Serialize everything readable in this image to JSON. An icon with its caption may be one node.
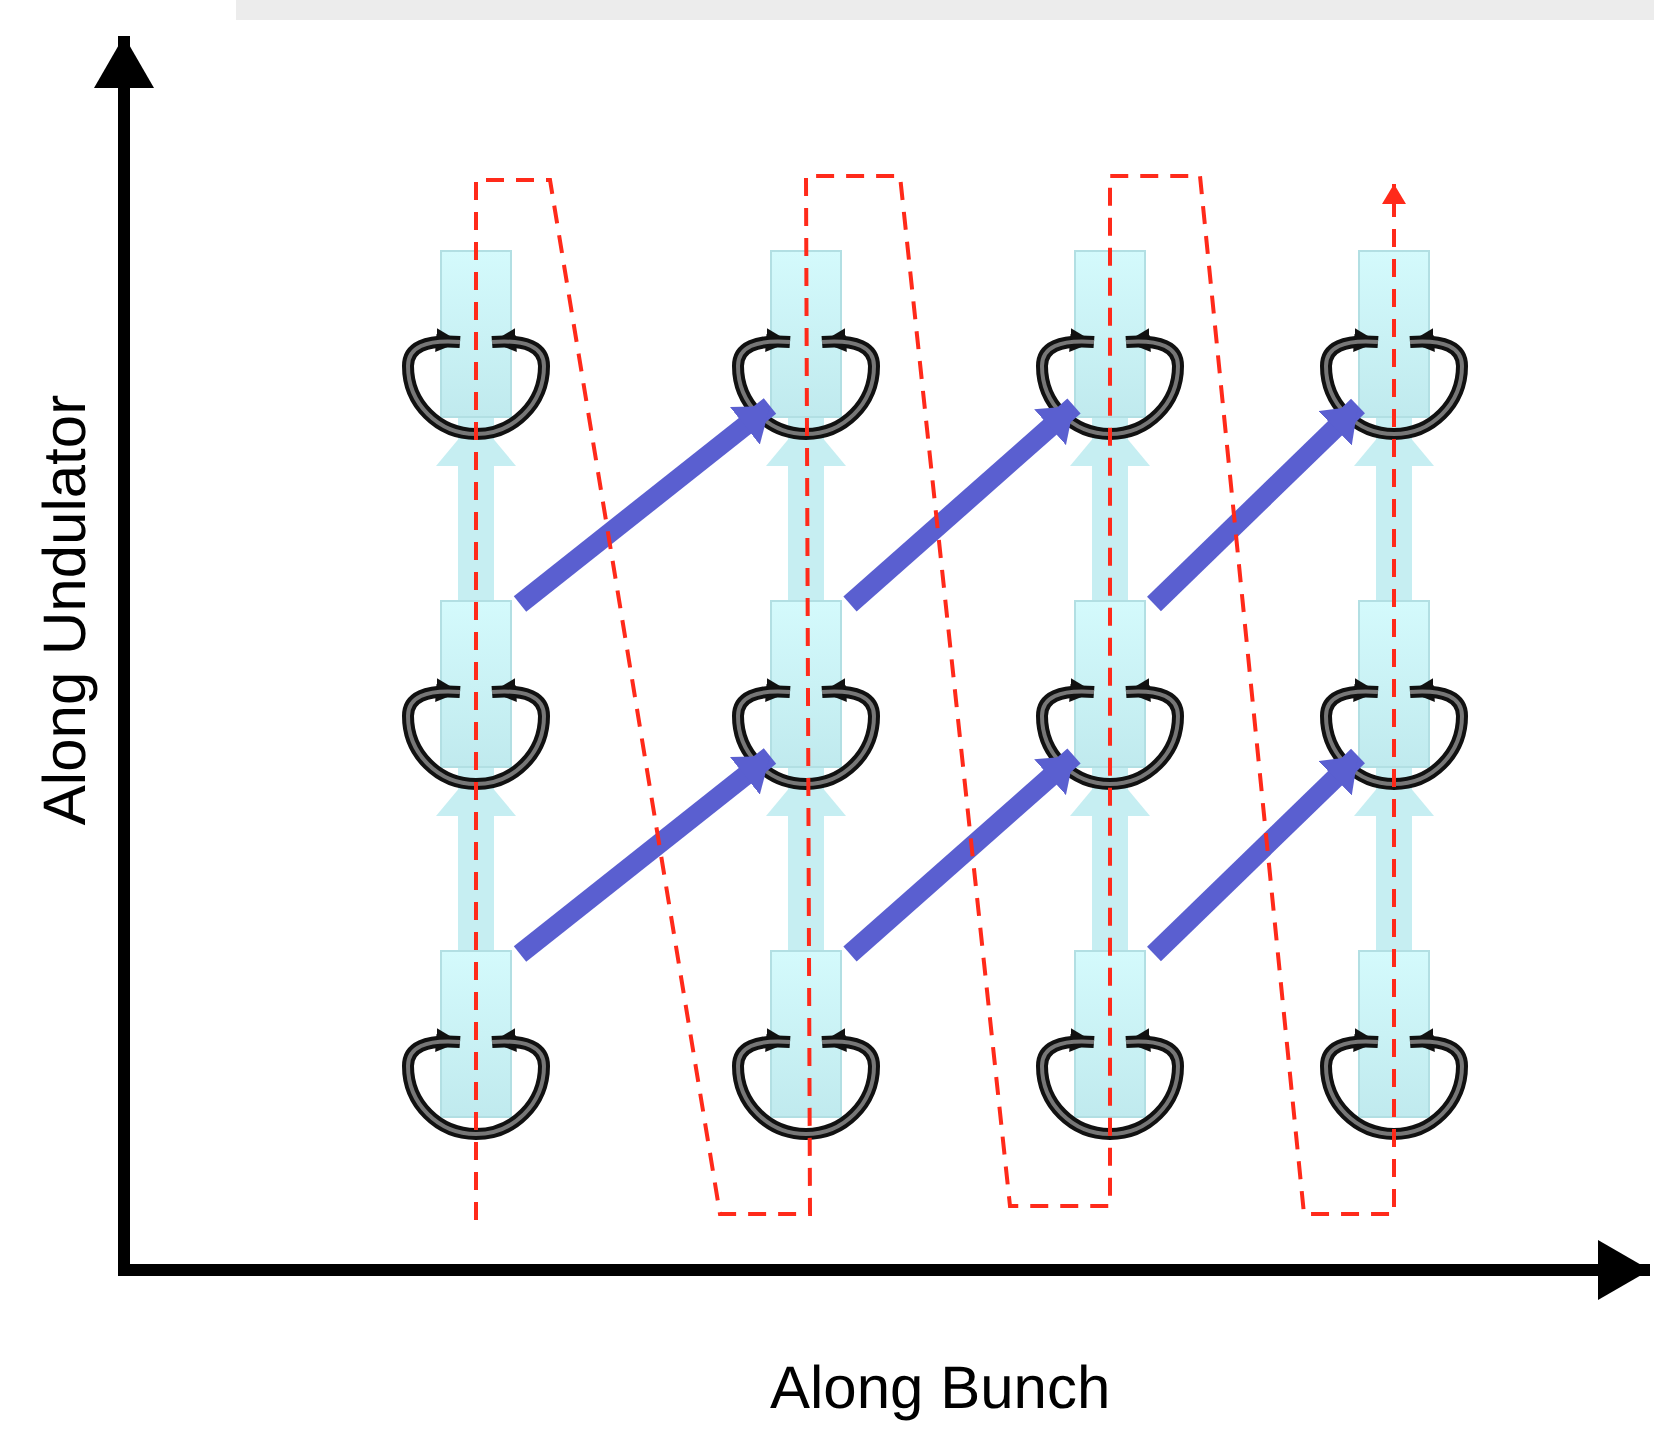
{
  "diagram": {
    "nodes": [
      {
        "text": [],
        "shape": "box"
      },
      {
        "text": [],
        "shape": "box"
      },
      {
        "text": [],
        "shape": "box"
      },
      {
        "text": [],
        "shape": "box"
      },
      {
        "text": [],
        "shape": "box"
      },
      {
        "text": [],
        "shape": "box"
      },
      {
        "text": [],
        "shape": "box"
      },
      {
        "text": [],
        "shape": "box"
      },
      {
        "text": [],
        "shape": "box"
      },
      {
        "text": [],
        "shape": "box"
      },
      {
        "text": [],
        "shape": "box"
      },
      {
        "text": [],
        "shape": "box"
      }
    ],
    "edges": [
      {
        "from": 8,
        "to": 4,
        "arrow": "to"
      },
      {
        "from": 4,
        "to": 0,
        "arrow": "to"
      },
      {
        "from": 9,
        "to": 5,
        "arrow": "to"
      },
      {
        "from": 5,
        "to": 1,
        "arrow": "to"
      },
      {
        "from": 10,
        "to": 6,
        "arrow": "to"
      },
      {
        "from": 6,
        "to": 2,
        "arrow": "to"
      },
      {
        "from": 11,
        "to": 7,
        "arrow": "to"
      },
      {
        "from": 7,
        "to": 3,
        "arrow": "to"
      },
      {
        "from": 4,
        "to": 1,
        "arrow": "to",
        "color": "#5a5fd0"
      },
      {
        "from": 5,
        "to": 2,
        "arrow": "to",
        "color": "#5a5fd0"
      },
      {
        "from": 6,
        "to": 3,
        "arrow": "to",
        "color": "#5a5fd0"
      },
      {
        "from": 8,
        "to": 5,
        "arrow": "to",
        "color": "#5a5fd0"
      },
      {
        "from": 9,
        "to": 6,
        "arrow": "to",
        "color": "#5a5fd0"
      },
      {
        "from": 10,
        "to": 7,
        "arrow": "to",
        "color": "#5a5fd0"
      }
    ],
    "labels": [
      "Along Undulator",
      "Along Bunch"
    ]
  }
}
